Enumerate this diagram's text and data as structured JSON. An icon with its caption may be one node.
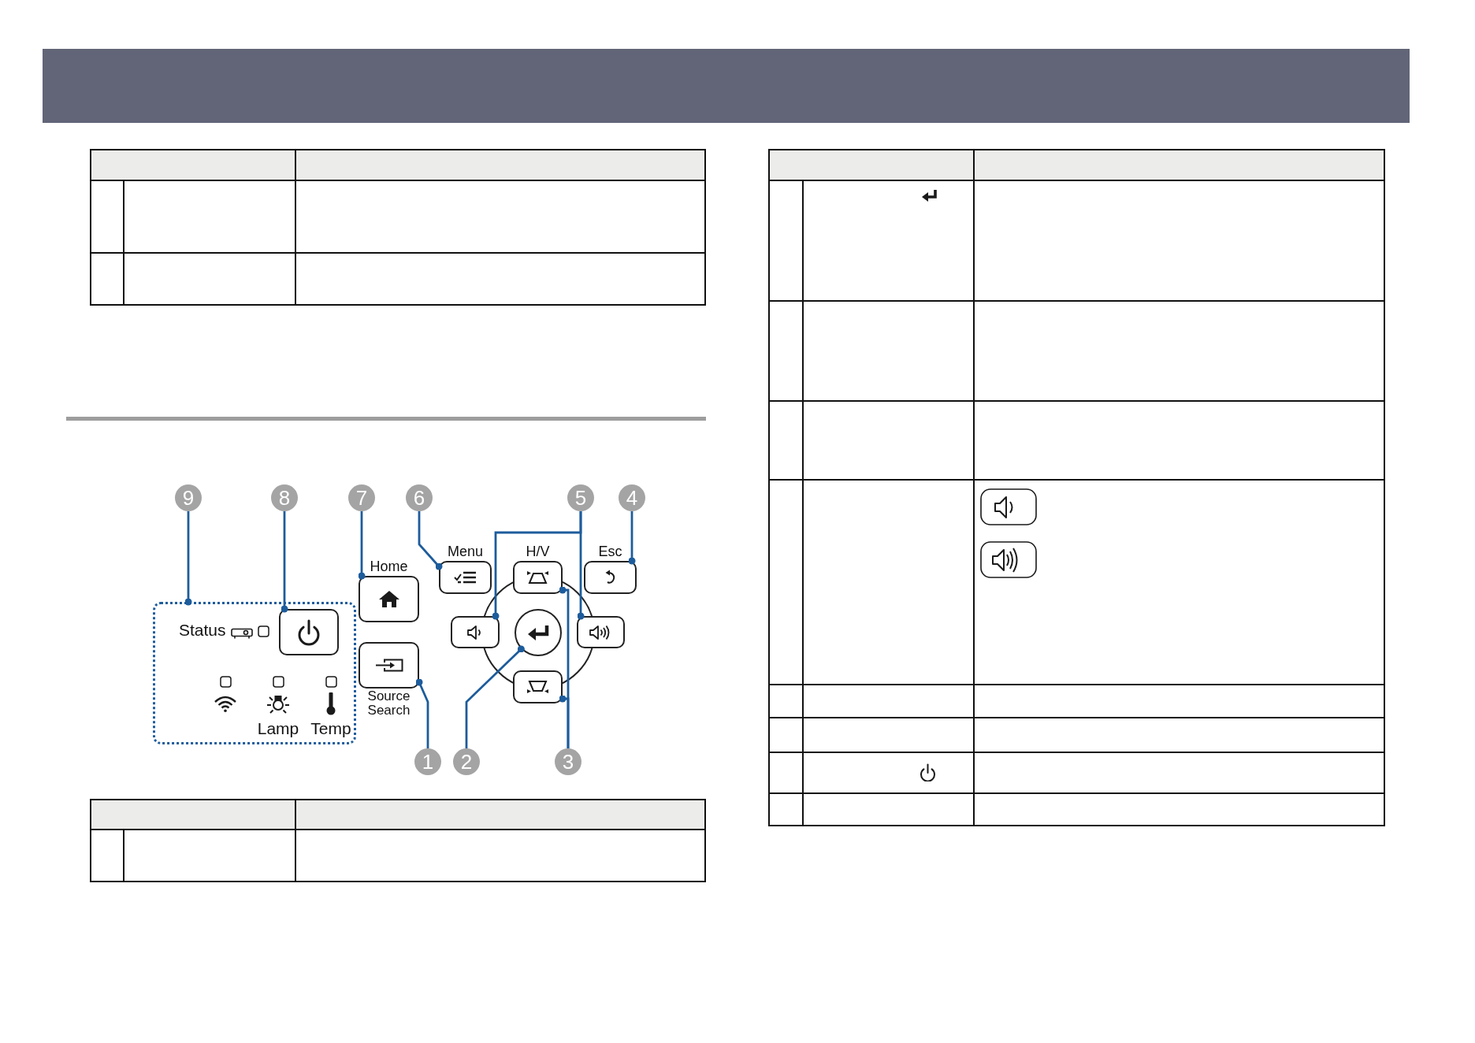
{
  "diagram": {
    "nodes": [
      {
        "text": [
          "9"
        ]
      },
      {
        "text": [
          "8"
        ]
      },
      {
        "text": [
          "7"
        ]
      },
      {
        "text": [
          "6"
        ]
      },
      {
        "text": [
          "5"
        ]
      },
      {
        "text": [
          "4"
        ]
      },
      {
        "text": [
          "Status",
          "Lamp",
          "Temp"
        ]
      },
      {
        "text": [],
        "shape": "box",
        "in": 6
      },
      {
        "text": [
          "Home"
        ]
      },
      {
        "text": [
          "Menu"
        ]
      },
      {
        "text": [
          "H/V"
        ]
      },
      {
        "text": [
          "Esc"
        ]
      },
      {
        "text": [],
        "shape": "box"
      },
      {
        "text": [],
        "shape": "circle"
      },
      {
        "text": [],
        "shape": "box"
      },
      {
        "text": [
          "Source Search"
        ]
      },
      {
        "text": [],
        "shape": "box"
      },
      {
        "text": [
          "1"
        ]
      },
      {
        "text": [
          "2"
        ]
      },
      {
        "text": [
          "3"
        ]
      }
    ],
    "edges": [
      {
        "from": 0,
        "to": 6,
        "arrow": "other"
      },
      {
        "from": 1,
        "to": 7,
        "arrow": "other"
      },
      {
        "from": 2,
        "to": 8,
        "arrow": "other"
      },
      {
        "from": 3,
        "to": 9,
        "arrow": "other"
      },
      {
        "from": 4,
        "to": 12,
        "arrow": "other"
      },
      {
        "from": 4,
        "to": 14,
        "arrow": "other"
      },
      {
        "from": 5,
        "to": 11,
        "arrow": "other"
      },
      {
        "from": 17,
        "to": 15,
        "arrow": "other"
      },
      {
        "from": 18,
        "to": 13,
        "arrow": "other"
      },
      {
        "from": 19,
        "to": 10,
        "arrow": "other"
      },
      {
        "from": 19,
        "to": 16,
        "arrow": "other"
      }
    ]
  }
}
